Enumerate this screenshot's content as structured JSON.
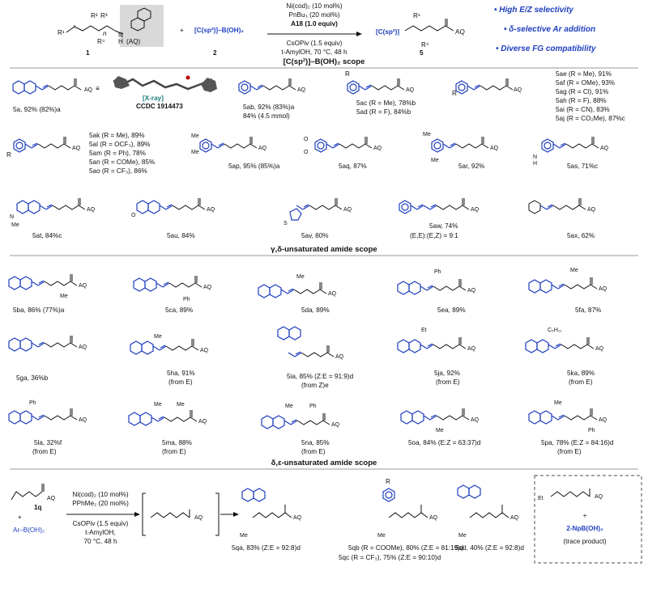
{
  "header": {
    "reagent_1": "1",
    "reagent_1_sub": "(AQ)",
    "reagent_2": "2",
    "reagent_2_label": "[C(sp²)]–B(OH)₂",
    "product": "5",
    "product_label": "[C(sp²)]",
    "conditions_above": [
      "Ni(cod)₂ (10 mol%)",
      "PnBu₃ (20 mol%)",
      "A18 (1.0 equiv)"
    ],
    "conditions_below": [
      "CsOPiv (1.5 equiv)",
      "t-AmylOH, 70 °C, 48 h"
    ],
    "highlights": [
      "• High E/Z selectivity",
      "• δ-selective Ar addition",
      "• Diverse FG compatibility"
    ]
  },
  "sections": {
    "s1": "[C(sp²)]–B(OH)₂ scope",
    "s2": "γ,δ-unsaturated amide scope",
    "s3": "δ,ε-unsaturated amide scope"
  },
  "xray": {
    "label": "[X-ray]",
    "ccdc": "CCDC 1914473"
  },
  "row1": [
    {
      "id": "5a",
      "text": "5a, 92% (82%)a"
    },
    {
      "id": "5ab",
      "text": "5ab, 92% (83%)a"
    },
    {
      "id": "5ab2",
      "text": "84% (4.5 mmol)"
    },
    {
      "id": "5ac",
      "text": "5ac (R = Me), 78%b"
    },
    {
      "id": "5ad",
      "text": "5ad (R = F), 84%b"
    },
    {
      "id": "5ae",
      "text": "5ae (R = Me), 91%"
    },
    {
      "id": "5af",
      "text": "5af (R = OMe), 93%"
    },
    {
      "id": "5ag",
      "text": "5ag (R = Cl), 91%"
    },
    {
      "id": "5ah",
      "text": "5ah (R = F), 88%"
    },
    {
      "id": "5ai",
      "text": "5ai (R = CN), 83%"
    },
    {
      "id": "5aj",
      "text": "5aj (R = CO₂Me), 87%c"
    }
  ],
  "row2": [
    {
      "id": "5ak",
      "text": "5ak (R = Me), 89%"
    },
    {
      "id": "5al",
      "text": "5al (R = OCF₃), 89%"
    },
    {
      "id": "5am",
      "text": "5am (R = Ph), 78%"
    },
    {
      "id": "5an",
      "text": "5an (R = COMe), 85%"
    },
    {
      "id": "5ao",
      "text": "5ao (R = CF₃), 86%"
    },
    {
      "id": "5ap",
      "text": "5ap, 95% (85%)a"
    },
    {
      "id": "5aq",
      "text": "5aq, 87%"
    },
    {
      "id": "5ar",
      "text": "5ar, 92%"
    },
    {
      "id": "5as",
      "text": "5as, 71%c"
    }
  ],
  "row3": [
    {
      "id": "5at",
      "text": "5at, 84%c"
    },
    {
      "id": "5au",
      "text": "5au, 84%"
    },
    {
      "id": "5av",
      "text": "5av, 80%"
    },
    {
      "id": "5aw",
      "text": "5aw, 74%"
    },
    {
      "id": "5aw2",
      "text": "(E,E):(E,Z) = 9:1"
    },
    {
      "id": "5ax",
      "text": "5ax, 62%"
    }
  ],
  "row4": [
    {
      "id": "5ba",
      "text": "5ba, 86% (77%)a"
    },
    {
      "id": "5ca",
      "text": "5ca, 89%"
    },
    {
      "id": "5da",
      "text": "5da, 89%"
    },
    {
      "id": "5ea",
      "text": "5ea, 89%"
    },
    {
      "id": "5fa",
      "text": "5fa, 87%"
    }
  ],
  "row5": [
    {
      "id": "5ga",
      "text": "5ga, 36%b"
    },
    {
      "id": "5ha",
      "text": "5ha, 91%"
    },
    {
      "id": "5ha2",
      "text": "(from E)"
    },
    {
      "id": "5ia",
      "text": "5ia, 85% (Z:E = 91:9)d"
    },
    {
      "id": "5ia2",
      "text": "(from Z)e"
    },
    {
      "id": "5ja",
      "text": "5ja, 92%"
    },
    {
      "id": "5ja2",
      "text": "(from E)"
    },
    {
      "id": "5ka",
      "text": "5ka, 89%"
    },
    {
      "id": "5ka2",
      "text": "(from E)"
    }
  ],
  "row6": [
    {
      "id": "5la",
      "text": "5la, 32%f"
    },
    {
      "id": "5la2",
      "text": "(from E)"
    },
    {
      "id": "5ma",
      "text": "5ma, 88%"
    },
    {
      "id": "5ma2",
      "text": "(from E)"
    },
    {
      "id": "5na",
      "text": "5na, 85%"
    },
    {
      "id": "5na2",
      "text": "(from E)"
    },
    {
      "id": "5oa",
      "text": "5oa, 84% (E:Z = 63:37)d"
    },
    {
      "id": "5pa",
      "text": "5pa, 78% (E:Z = 84:16)d"
    },
    {
      "id": "5pa2",
      "text": "(from E)"
    }
  ],
  "bottom": {
    "reagent": "1q",
    "aryl": "Ar–B(OH)₂",
    "conditions": [
      "Ni(cod)₂ (10 mol%)",
      "PPhMe₂ (20 mol%)",
      "CsOPiv (1.5 equiv)",
      "t-AmylOH,",
      "70 °C, 48 h"
    ],
    "products": [
      {
        "id": "5qa",
        "text": "5qa, 83% (Z:E = 92:8)d"
      },
      {
        "id": "5qb",
        "text": "5qb (R = COOMe), 80% (Z:E = 81:19)d"
      },
      {
        "id": "5qc",
        "text": "5qc (R = CF₃), 75% (Z:E = 90:10)d"
      },
      {
        "id": "5qd",
        "text": "5qd, 40% (Z:E = 92:8)d"
      }
    ],
    "box": {
      "plus": "+",
      "reagent": "2-NpB(OH)₂",
      "note": "(trace product)"
    }
  },
  "labels": {
    "AQ": "AQ",
    "R": "R",
    "n": "n",
    "R1": "R¹",
    "R2": "R²",
    "R3": "R³",
    "R4": "R⁴",
    "N": "N",
    "H": "H",
    "O": "O",
    "S": "S",
    "Me": "Me",
    "Ph": "Ph",
    "Et": "Et",
    "C5H11": "C₅H₁₁"
  },
  "colors": {
    "blue": "#1f3fbf",
    "gray_box": "#d9d9d9"
  }
}
